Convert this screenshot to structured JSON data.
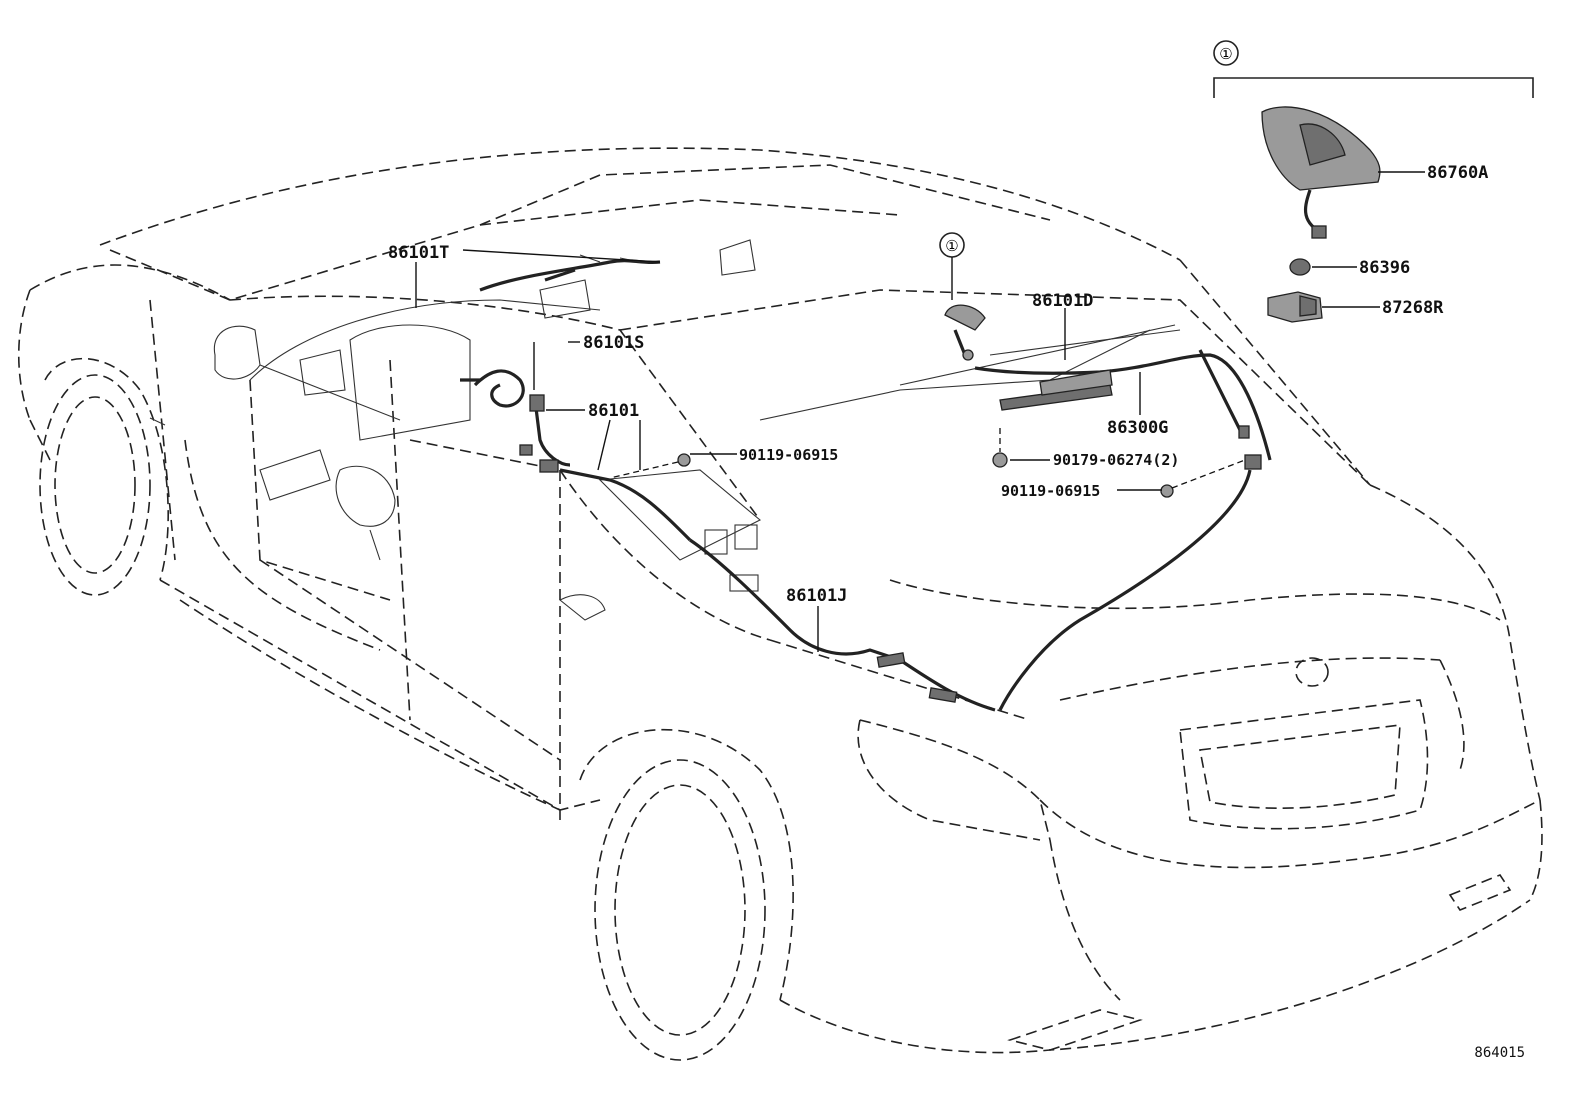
{
  "diagram": {
    "reference_number": "864015",
    "callout_marker": "①",
    "labels": {
      "p86760A": "86760A",
      "p86396": "86396",
      "p87268R": "87268R",
      "p86101D": "86101D",
      "p86300G": "86300G",
      "p90179": "90179-06274(2)",
      "p90119_right": "90119-06915",
      "p90119_left": "90119-06915",
      "p86101T": "86101T",
      "p86101S": "86101S",
      "p86101": "86101",
      "p86101J": "86101J"
    }
  }
}
